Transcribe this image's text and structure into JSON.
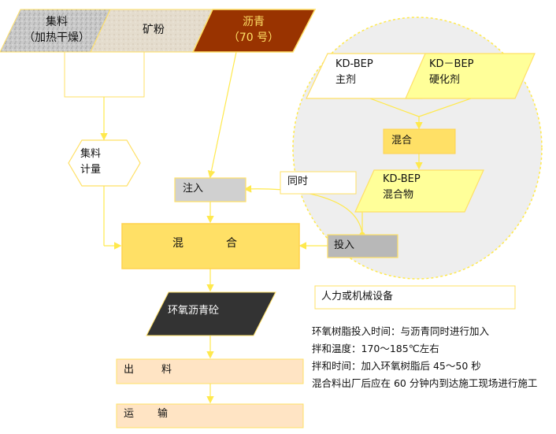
{
  "inputs": {
    "aggregate": {
      "line1": "集料",
      "line2": "（加热干燥）"
    },
    "mineral_powder": "矿粉",
    "asphalt": {
      "line1": "沥青",
      "line2": "（70 号）"
    }
  },
  "aggregate_metering": {
    "line1": "集料",
    "line2": "计量"
  },
  "inject": "注入",
  "simultaneous": "同时",
  "mixing": {
    "char1": "混",
    "char2": "合"
  },
  "epoxy_concrete": "环氧沥青砼",
  "output": {
    "char1": "出",
    "char2": "料"
  },
  "transport": {
    "char1": "运",
    "char2": "输"
  },
  "epoxy_subprocess": {
    "main_agent": {
      "line1": "KD-BEP",
      "line2": "主剂"
    },
    "hardener": {
      "line1": "KD－BEP",
      "line2": "硬化剂"
    },
    "blend": "混合",
    "mixture": {
      "line1": "KD-BEP",
      "line2": "混合物"
    }
  },
  "dosing": "投入",
  "equipment_note": "人力或机械设备",
  "notes": [
    "环氧树脂投入时间：与沥青同时进行加入",
    "拌和温度：170～185℃左右",
    "拌和时间：加入环氧树脂后 45～50 秒",
    "混合料出厂后应在 60 分钟内到达施工现场进行施工"
  ],
  "colors": {
    "aggregate_fill": "#c8c8c8",
    "mineral_fill": "#e6ddd0",
    "asphalt_fill": "#993300",
    "accent_yellow": "#ffd966",
    "mixing_fill": "#ffe066",
    "light_yellow": "#ffff99",
    "grey_box": "#c0c0c0",
    "dark_para": "#333333",
    "peach": "#ffe4c4",
    "ellipse_fill": "#eeeeee",
    "line_yellow": "#ffe94d"
  }
}
